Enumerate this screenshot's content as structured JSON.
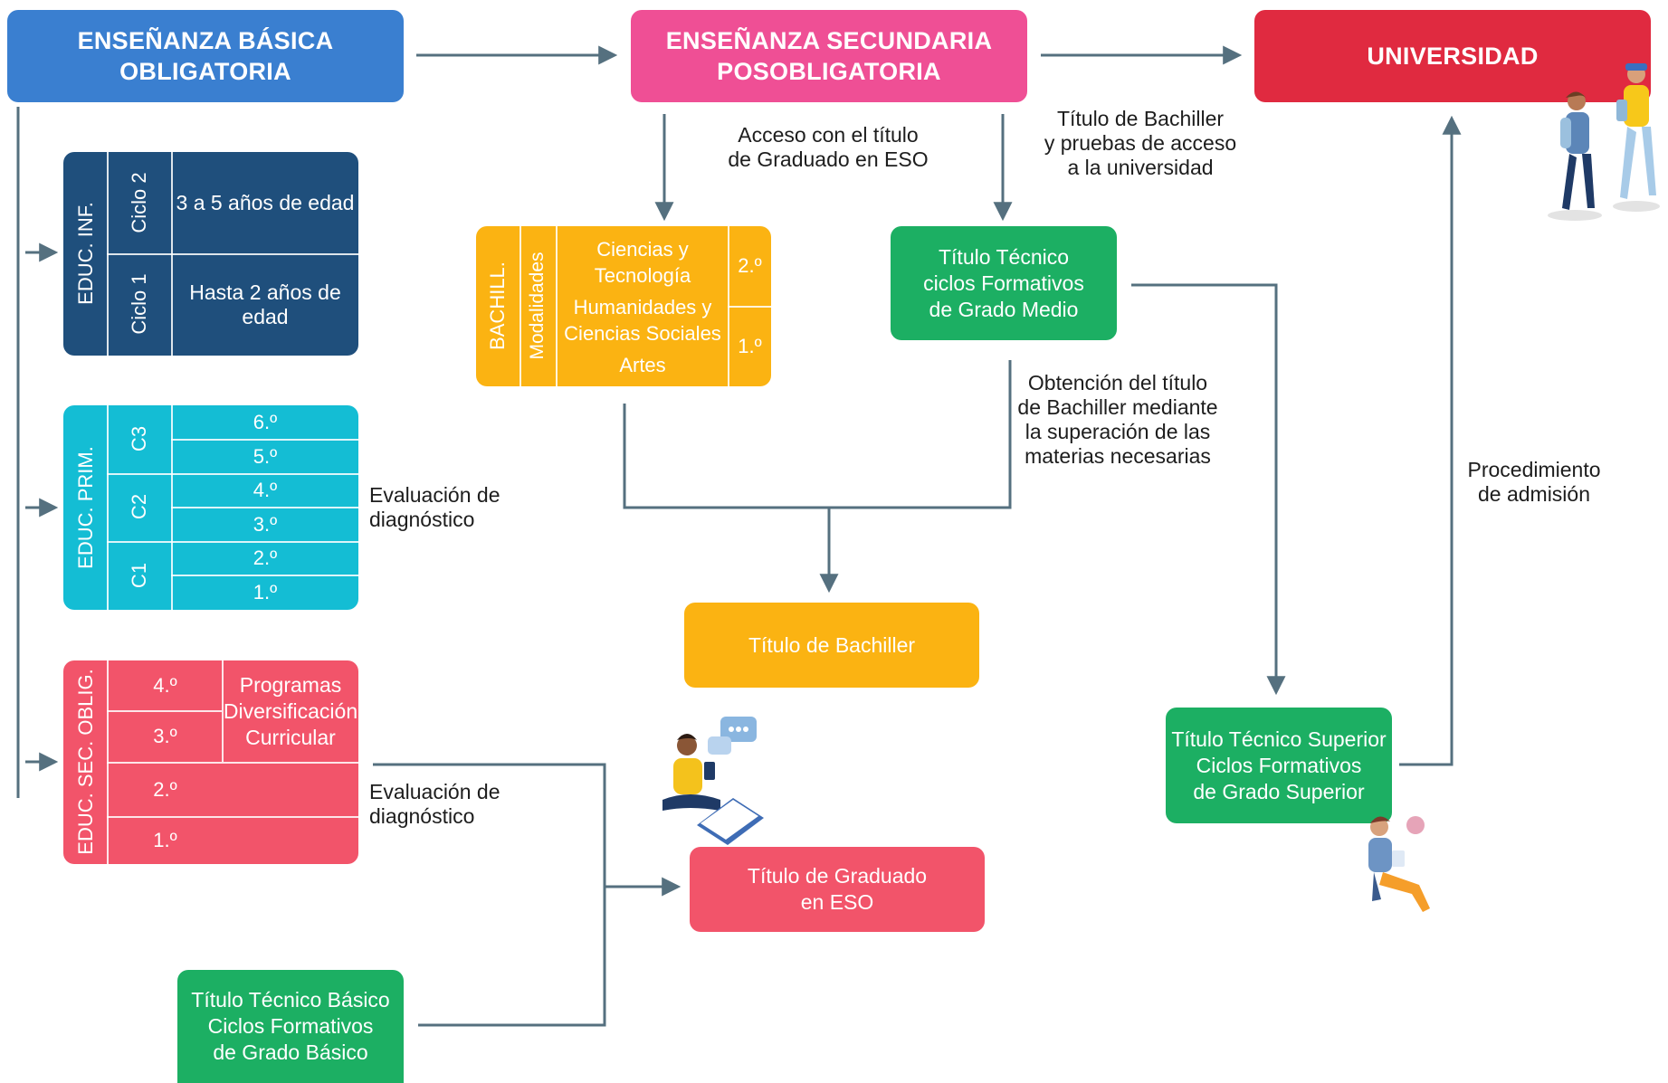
{
  "colors": {
    "blue": "#3a7fd0",
    "pink": "#ef4f95",
    "red": "#e02a40",
    "navy": "#1f4f7c",
    "cyan": "#14bdd4",
    "coral": "#f2546a",
    "green": "#1caf63",
    "orange": "#fbb312",
    "line": "#55707f"
  },
  "headers": {
    "basica": [
      "ENSEÑANZA BÁSICA",
      "OBLIGATORIA"
    ],
    "secundaria": [
      "ENSEÑANZA SECUNDARIA",
      "POSOBLIGATORIA"
    ],
    "universidad": "UNIVERSIDAD"
  },
  "infantil": {
    "label": "EDUC. INF.",
    "rows": [
      {
        "ciclo": "Ciclo 2",
        "text": "3 a 5 años de edad"
      },
      {
        "ciclo": "Ciclo 1",
        "text": "Hasta 2 años de edad"
      }
    ]
  },
  "primaria": {
    "label": "EDUC. PRIM.",
    "cycles": [
      "C3",
      "C2",
      "C1"
    ],
    "grades": [
      "6.º",
      "5.º",
      "4.º",
      "3.º",
      "2.º",
      "1.º"
    ]
  },
  "eso": {
    "label": "EDUC. SEC. OBLIG.",
    "grades": [
      "4.º",
      "3.º",
      "2.º",
      "1.º"
    ],
    "programas": [
      "Programas",
      "Diversificación",
      "Curricular"
    ]
  },
  "bachillerato": {
    "label": "BACHILL.",
    "modalidades": "Modalidades",
    "items": [
      "Ciencias y",
      "Tecnología",
      "Humanidades y",
      "Ciencias Sociales",
      "Artes"
    ],
    "grades": [
      "2.º",
      "1.º"
    ]
  },
  "nodes": {
    "tecnico_medio": [
      "Título Técnico",
      "ciclos Formativos",
      "de Grado Medio"
    ],
    "titulo_bachiller": "Título de Bachiller",
    "graduado_eso": [
      "Título de Graduado",
      "en ESO"
    ],
    "tecnico_superior": [
      "Título Técnico Superior",
      "Ciclos Formativos",
      "de Grado Superior"
    ],
    "tecnico_basico": [
      "Título Técnico Básico",
      "Ciclos Formativos",
      "de Grado Básico"
    ]
  },
  "labels": {
    "acceso_eso": [
      "Acceso con el título",
      "de Graduado en ESO"
    ],
    "acceso_universidad": [
      "Título de Bachiller",
      "y pruebas de acceso",
      "a la universidad"
    ],
    "obtencion_bachiller": [
      "Obtención del título",
      "de Bachiller mediante",
      "la superación de las",
      "materias necesarias"
    ],
    "eval_primaria": "Evaluación de diagnóstico",
    "eval_eso": "Evaluación de diagnóstico",
    "admision": [
      "Procedimiento",
      "de admisión"
    ]
  }
}
